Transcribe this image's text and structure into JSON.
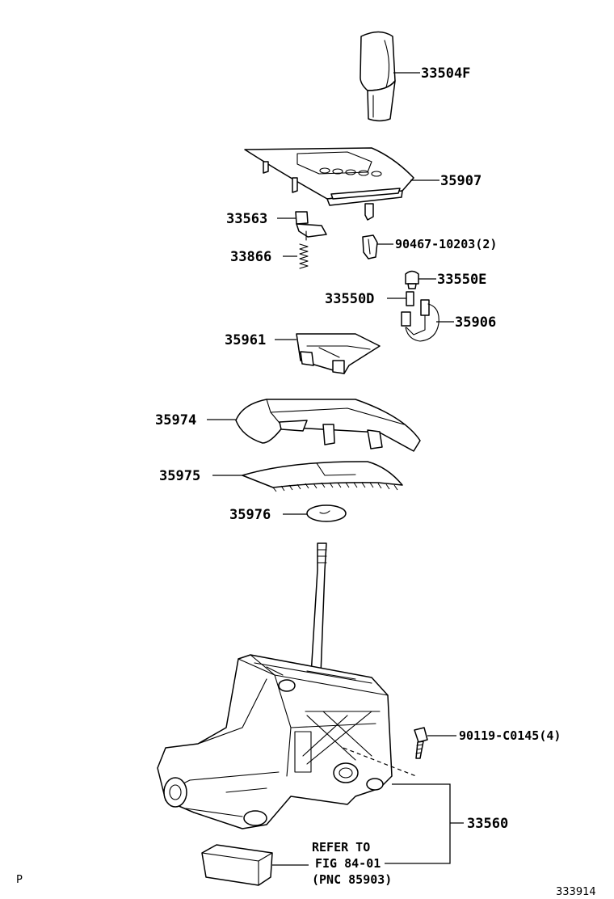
{
  "parts": {
    "knob": "33504F",
    "bezel": "35907",
    "stopper": "33563",
    "spring": "33866",
    "clip": "90467-10203(2)",
    "bulb": "33550E",
    "socket": "33550D",
    "wire": "35906",
    "indicator_housing": "35961",
    "slide_cover": "35974",
    "dust_cover": "35975",
    "plate": "35976",
    "bolt": "90119-C0145(4)",
    "shift_assy": "33560"
  },
  "reference": {
    "line1": "REFER TO",
    "line2": "FIG 84-01",
    "line3": "(PNC 85903)"
  },
  "footer": {
    "left_mark": "P",
    "figure_id": "333914"
  }
}
